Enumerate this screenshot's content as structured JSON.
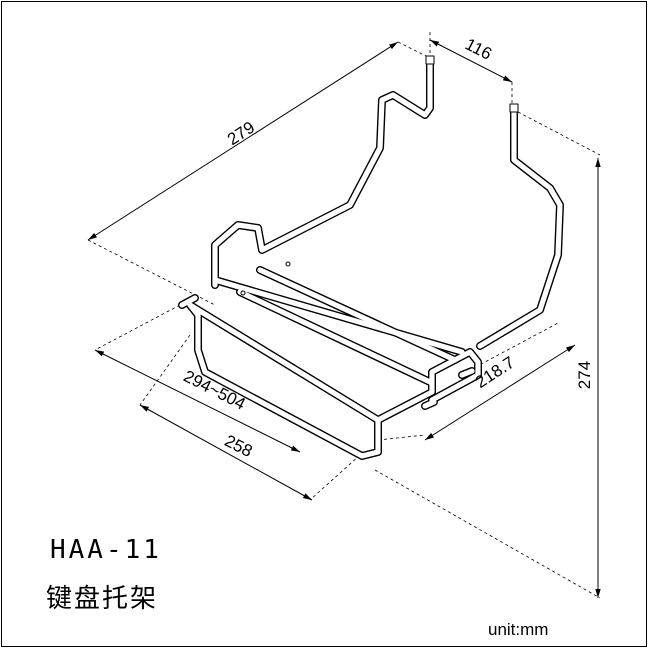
{
  "title": {
    "model": "HAA-11",
    "name": "键盘托架"
  },
  "unit_label": "unit:mm",
  "dimensions": {
    "depth_top": "279",
    "offset_top": "116",
    "height": "274",
    "inner_depth": "218.7",
    "width_range": "294~504",
    "width_min": "258"
  }
}
